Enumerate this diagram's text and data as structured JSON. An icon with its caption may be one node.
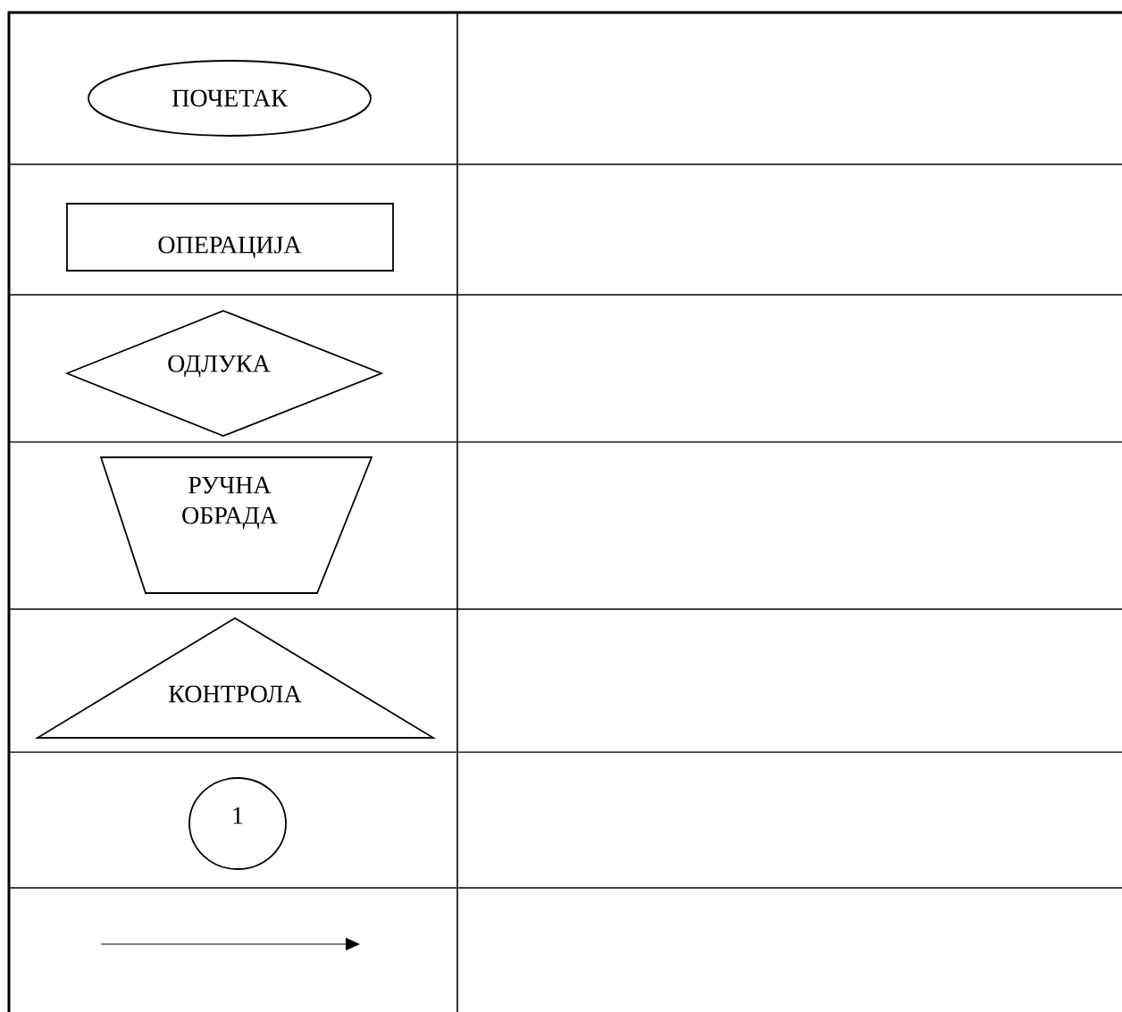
{
  "diagram": {
    "nodes": [
      {
        "text": [
          "ПОЧЕТАК"
        ]
      },
      {
        "text": [
          "ОПЕРАЦИЈА"
        ]
      },
      {
        "text": [
          "ОДЛУКА"
        ]
      },
      {
        "text": [
          "РУЧНА ОБРАДА"
        ]
      },
      {
        "text": [
          "КОНТРОЛА"
        ]
      },
      {
        "text": [
          "1"
        ]
      }
    ]
  }
}
